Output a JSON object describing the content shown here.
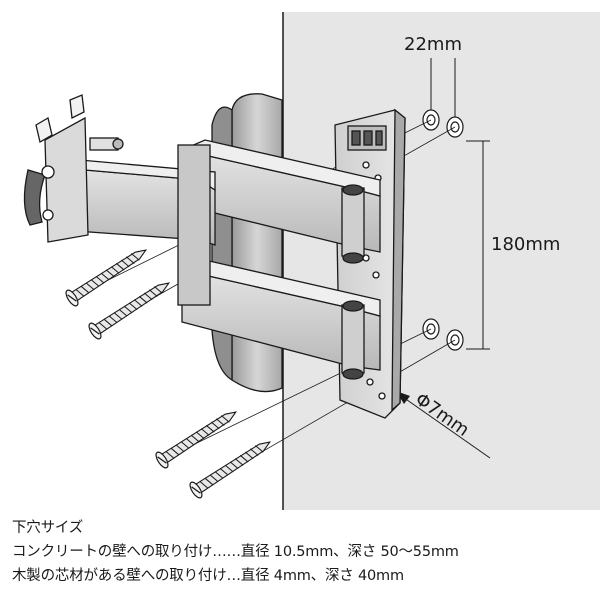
{
  "dimensions": {
    "horizontal_spacing": "22mm",
    "vertical_spacing": "180mm",
    "hole_diameter": "Φ7mm"
  },
  "notes": {
    "heading": "下穴サイズ",
    "concrete": "コンクリートの壁への取り付け……直径 10.5mm、深さ 50〜55mm",
    "wood": "木製の芯材がある壁への取り付け…直径 4mm、深さ 40mm"
  },
  "colors": {
    "wall": "#e6e6e6",
    "metal_light": "#d9d9d9",
    "metal_mid": "#bdbdbd",
    "metal_dark": "#8c8c8c",
    "line": "#1a1a1a"
  }
}
